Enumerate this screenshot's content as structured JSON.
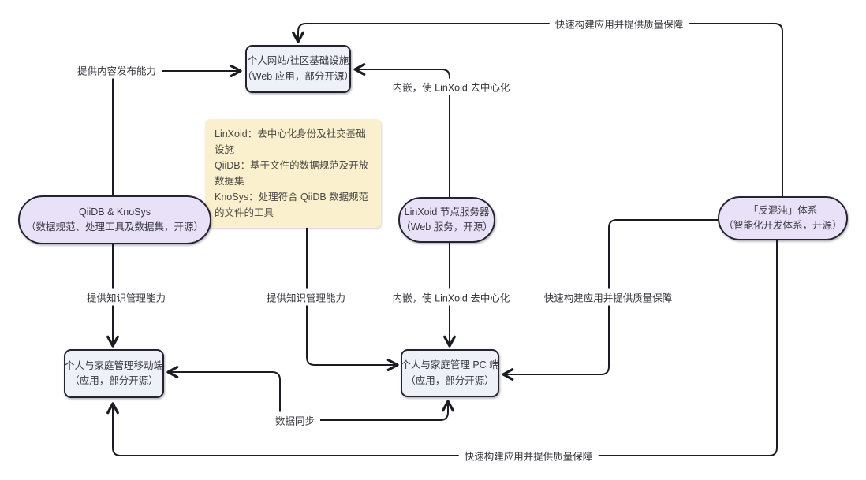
{
  "diagram": {
    "nodes": {
      "personal_website": {
        "line1": "个人网站/社区基础设施",
        "line2": "（Web 应用，部分开源）"
      },
      "qiidb_knosys": {
        "line1": "QiiDB & KnoSys",
        "line2": "（数据规范、处理工具及数据集，开源）"
      },
      "linxoid_server": {
        "line1": "LinXoid 节点服务器",
        "line2": "（Web 服务，开源）"
      },
      "antichaos": {
        "line1": "「反混沌」体系",
        "line2": "（智能化开发体系，开源）"
      },
      "mobile_app": {
        "line1": "个人与家庭管理移动端",
        "line2": "（应用，部分开源）"
      },
      "pc_app": {
        "line1": "个人与家庭管理 PC 端",
        "line2": "（应用，部分开源）"
      }
    },
    "note": {
      "lines": [
        "LinXoid：去中心化身份及社交基础设施",
        "QiiDB：基于文件的数据规范及开放数据集",
        "KnoSys：处理符合 QiiDB 数据规范的文件的工具"
      ]
    },
    "edge_labels": {
      "provide_publishing": "提供内容发布能力",
      "build_quality_top": "快速构建应用并提供质量保障",
      "embed_decentralize_top": "内嵌，使 LinXoid 去中心化",
      "knowledge_mgmt_left": "提供知识管理能力",
      "knowledge_mgmt_mid": "提供知识管理能力",
      "embed_decentralize_mid": "内嵌，使 LinXoid 去中心化",
      "build_quality_mid": "快速构建应用并提供质量保障",
      "data_sync": "数据同步",
      "build_quality_bottom": "快速构建应用并提供质量保障"
    },
    "colors": {
      "rect_fill": "#eef1f8",
      "stadium_fill": "#e8e1f7",
      "note_fill": "#fbf0cd",
      "line": "#1b1b22",
      "text": "#3a3a42"
    }
  }
}
